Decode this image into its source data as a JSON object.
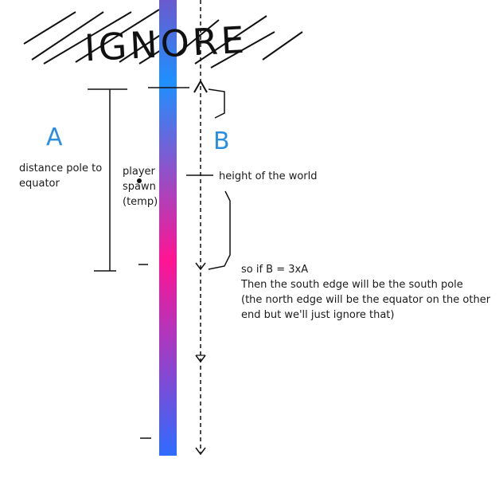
{
  "ignore_label": "IGNORE",
  "label_a": "A",
  "label_b": "B",
  "a_description": [
    "distance pole to",
    "equator"
  ],
  "player_spawn": [
    "player",
    "spawn",
    "(temp)"
  ],
  "height_label": "height of the world",
  "note_lines": [
    "so if B = 3xA",
    "Then the south edge will be the south pole",
    "(the north edge will be the equator on the other",
    "end but we'll just ignore that)"
  ],
  "colors": {
    "bar_top": "#6a5acd",
    "bar_blue": "#1e90ff",
    "bar_pink": "#ff1493",
    "bar_bottom": "#1e90ff",
    "label_blue": "#2a8fe0",
    "ink": "#111111"
  }
}
